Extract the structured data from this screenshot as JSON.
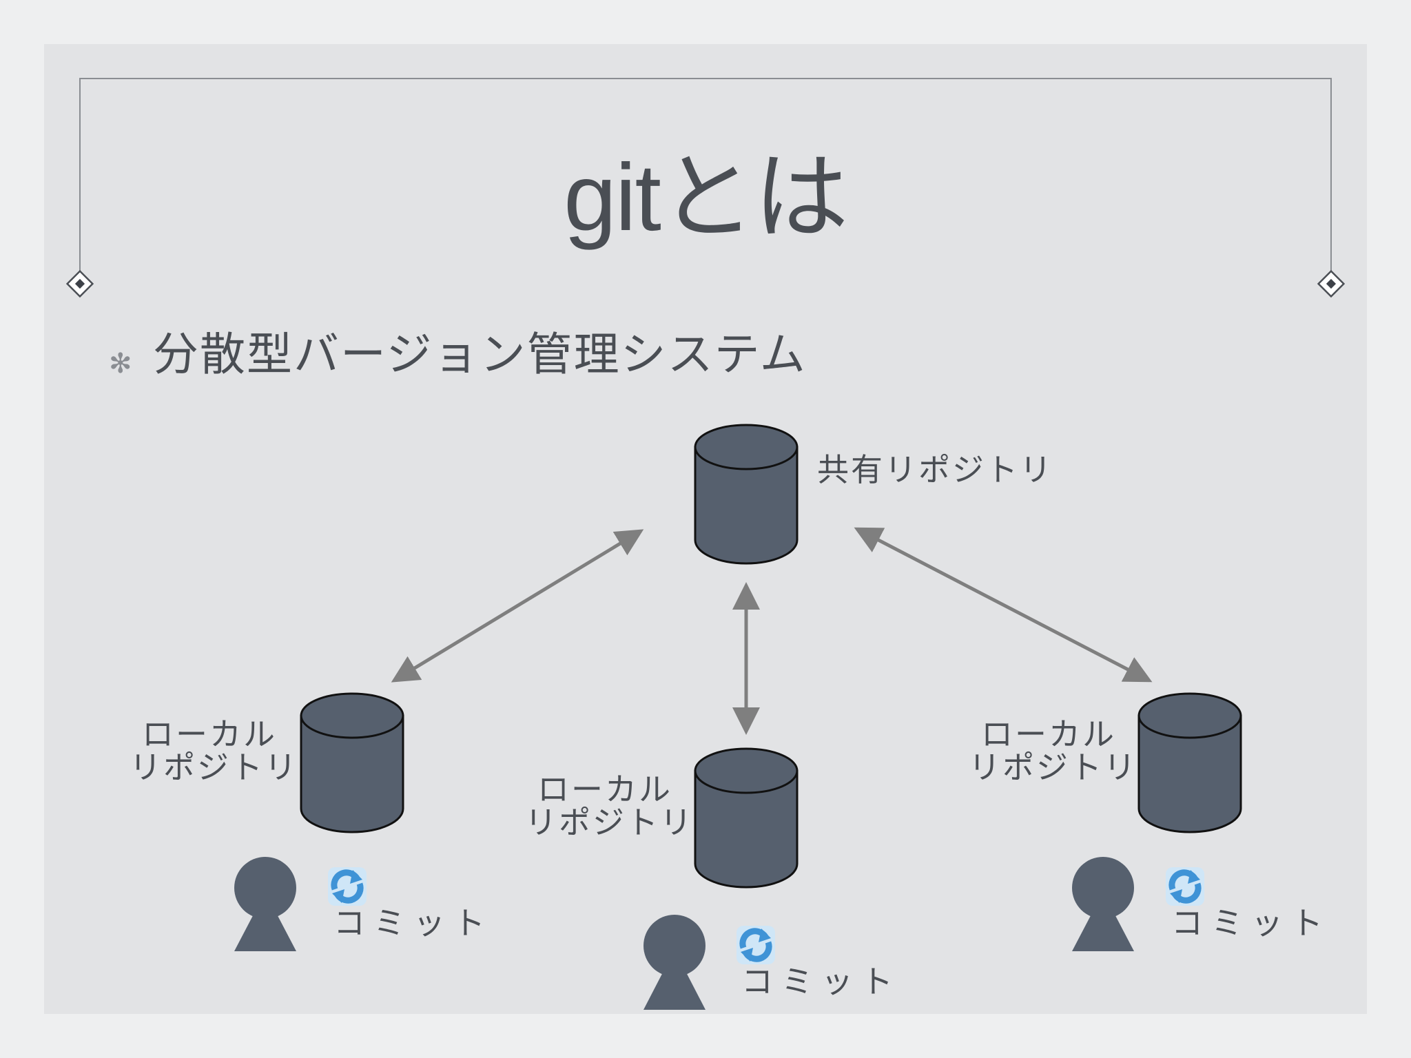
{
  "slide": {
    "title": "gitとは",
    "bullet": "分散型バージョン管理システム"
  },
  "diagram": {
    "shared_repo_label": "共有リポジトリ",
    "local_repos": [
      {
        "line1": "ローカル",
        "line2": "リポジトリ"
      },
      {
        "line1": "ローカル",
        "line2": "リポジトリ"
      },
      {
        "line1": "ローカル",
        "line2": "リポジトリ"
      }
    ],
    "commit_labels": [
      "コミット",
      "コミット",
      "コミット"
    ]
  },
  "colors": {
    "cylinder": "#56606e",
    "arrow": "#7f7f7f",
    "person": "#56606e",
    "commit_icon": "#5aa9e6",
    "text": "#4a4e54"
  },
  "icons": [
    "database-icon",
    "person-icon",
    "refresh-icon",
    "bullet-asterisk-icon",
    "diamond-ornament-icon"
  ]
}
